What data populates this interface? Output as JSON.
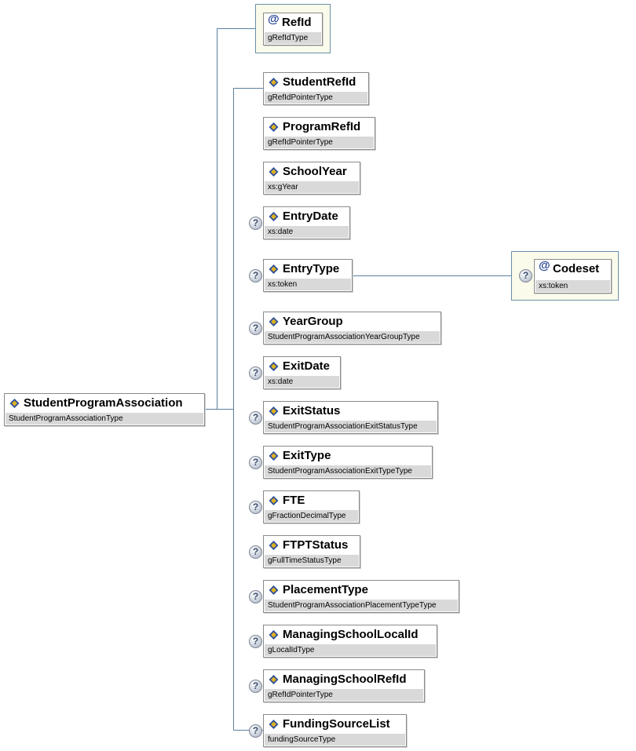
{
  "root": {
    "name": "StudentProgramAssociation",
    "type": "StudentProgramAssociationType"
  },
  "attribute": {
    "name": "RefId",
    "type": "gRefIdType"
  },
  "children": [
    {
      "name": "StudentRefId",
      "type": "gRefIdPointerType",
      "optional": false
    },
    {
      "name": "ProgramRefId",
      "type": "gRefIdPointerType",
      "optional": false
    },
    {
      "name": "SchoolYear",
      "type": "xs:gYear",
      "optional": false
    },
    {
      "name": "EntryDate",
      "type": "xs:date",
      "optional": true
    },
    {
      "name": "EntryType",
      "type": "xs:token",
      "optional": true
    },
    {
      "name": "YearGroup",
      "type": "StudentProgramAssociationYearGroupType",
      "optional": true
    },
    {
      "name": "ExitDate",
      "type": "xs:date",
      "optional": true
    },
    {
      "name": "ExitStatus",
      "type": "StudentProgramAssociationExitStatusType",
      "optional": true
    },
    {
      "name": "ExitType",
      "type": "StudentProgramAssociationExitTypeType",
      "optional": true
    },
    {
      "name": "FTE",
      "type": "gFractionDecimalType",
      "optional": true
    },
    {
      "name": "FTPTStatus",
      "type": "gFullTimeStatusType",
      "optional": true
    },
    {
      "name": "PlacementType",
      "type": "StudentProgramAssociationPlacementTypeType",
      "optional": true
    },
    {
      "name": "ManagingSchoolLocalId",
      "type": "gLocalIdType",
      "optional": true
    },
    {
      "name": "ManagingSchoolRefId",
      "type": "gRefIdPointerType",
      "optional": true
    },
    {
      "name": "FundingSourceList",
      "type": "fundingSourceType",
      "optional": true
    }
  ],
  "entry_type_attribute": {
    "name": "Codeset",
    "type": "xs:token",
    "optional": true
  },
  "optional_marker": "?",
  "attribute_marker": "@",
  "colors": {
    "line": "#5a7fa0",
    "type_band": "#d9d9d9",
    "attribute_group_bg": "#fbfbeb",
    "icon_blue": "#2a4f9a",
    "icon_gold": "#e0b020"
  }
}
